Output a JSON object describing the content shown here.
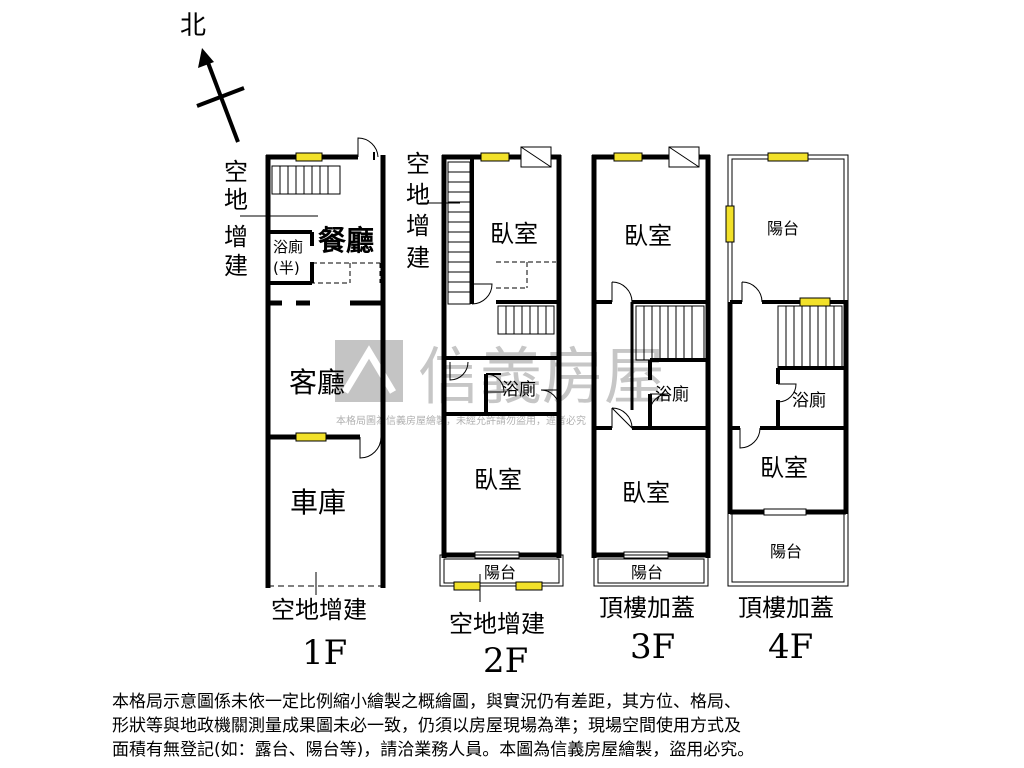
{
  "compass": {
    "north": "北"
  },
  "watermark": {
    "brand": "信義房屋",
    "notice": "本格局圖為信義房屋繪製，未經允許請勿盜用，違者必究"
  },
  "floor_1f": {
    "label": "1F",
    "side_note": [
      "空",
      "地",
      "增",
      "建"
    ],
    "rooms": {
      "dining": "餐廳",
      "wc_half_a": "浴廁",
      "wc_half_b": "(半)",
      "living": "客廳",
      "garage": "車庫"
    },
    "bottom_note": "空地增建"
  },
  "floor_2f": {
    "label": "2F",
    "side_note": [
      "空",
      "地",
      "增",
      "建"
    ],
    "rooms": {
      "bedroom_front": "臥室",
      "bath": "浴廁",
      "bedroom_back": "臥室",
      "balcony": "陽台"
    },
    "bottom_note": "空地增建"
  },
  "floor_3f": {
    "label": "3F",
    "rooms": {
      "bedroom_front": "臥室",
      "bath": "浴廁",
      "bedroom_back": "臥室",
      "balcony": "陽台"
    },
    "bottom_note": "頂樓加蓋"
  },
  "floor_4f": {
    "label": "4F",
    "rooms": {
      "balcony_front": "陽台",
      "bath": "浴廁",
      "bedroom": "臥室",
      "balcony_back": "陽台"
    },
    "bottom_note": "頂樓加蓋"
  },
  "disclaimer": {
    "line1": "本格局示意圖係未依一定比例縮小繪製之概繪圖，與實況仍有差距，其方位、格局、",
    "line2": "形狀等與地政機關測量成果圖未必一致，仍須以房屋現場為準；現場空間使用方式及",
    "line3": "面積有無登記(如：露台、陽台等)，請洽業務人員。本圖為信義房屋繪製，盜用必究。"
  },
  "colors": {
    "wall": "#000000",
    "window": "#f2e12a",
    "watermark": "#b8b8b8"
  }
}
